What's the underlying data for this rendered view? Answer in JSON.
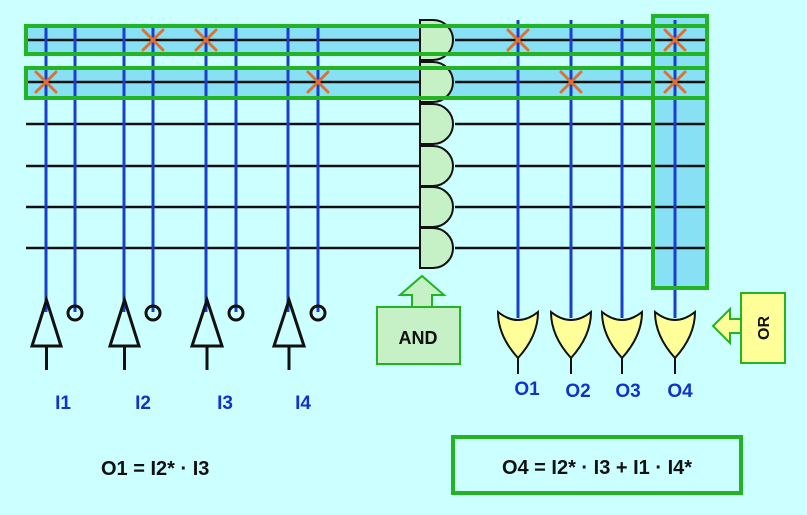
{
  "inputs": [
    "I1",
    "I2",
    "I3",
    "I4"
  ],
  "outputs": [
    "O1",
    "O2",
    "O3",
    "O4"
  ],
  "and_label": "AND",
  "or_label": "OR",
  "equation_o1": "O1 = I2* · I3",
  "equation_o4": "O4 = I2* · I3 + I1 · I4*",
  "colors": {
    "background": "#ccffff",
    "wire_blue": "#1a3fcc",
    "term_line": "#111111",
    "highlight_green": "#22b422",
    "highlight_fill": "#88e0f4",
    "and_gate_fill": "#c6f0c6",
    "or_gate_fill": "#ffff99",
    "cross": "#e07030",
    "label_blue": "#1033cc",
    "arrow_fill": "#c6f0c6",
    "or_box_fill": "#ffff99"
  }
}
